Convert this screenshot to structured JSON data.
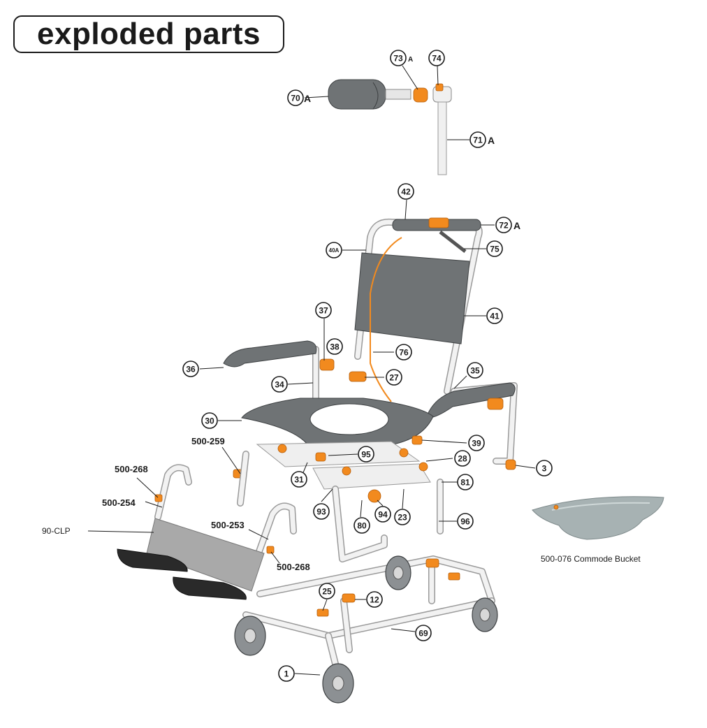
{
  "title": "exploded parts",
  "colors": {
    "accent_orange": "#f28a1e",
    "cushion_grey": "#6f7375",
    "frame_white": "#f2f2f2"
  },
  "callouts": {
    "c1": "1",
    "c3": "3",
    "c12": "12",
    "c23": "23",
    "c25": "25",
    "c27": "27",
    "c28": "28",
    "c30": "30",
    "c31": "31",
    "c34": "34",
    "c35": "35",
    "c36": "36",
    "c37": "37",
    "c38": "38",
    "c39": "39",
    "c40": "40A",
    "c41": "41",
    "c42": "42",
    "c69": "69",
    "c70": "70",
    "c71": "71",
    "c72": "72",
    "c73": "73",
    "c74": "74",
    "c75": "75",
    "c76": "76",
    "c80": "80",
    "c81": "81",
    "c93": "93",
    "c94": "94",
    "c95": "95",
    "c96": "96"
  },
  "suffix_a": "A",
  "text_labels": {
    "p500_259": "500-259",
    "p500_268_top": "500-268",
    "p500_254": "500-254",
    "p500_253": "500-253",
    "p500_268_bottom": "500-268",
    "p90_clp": "90-CLP",
    "commode_bucket": "500-076 Commode Bucket"
  }
}
